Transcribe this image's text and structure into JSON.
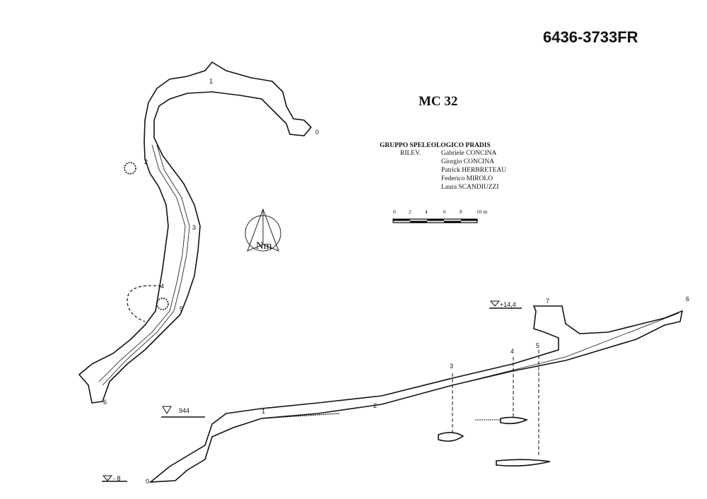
{
  "survey_code": "6436-3733FR",
  "cave_name": "MC 32",
  "credits": {
    "group": "GRUPPO SPELEOLOGICO PRADIS",
    "role": "RILEV.",
    "surveyors": [
      "Gabriele CONCINA",
      "Giorgio CONCINA",
      "Patrick HERBRETEAU",
      "Federico MIROLO",
      "Laura SCANDIUZZI"
    ]
  },
  "scale_bar": {
    "ticks": [
      "0",
      "2",
      "4",
      "6",
      "8",
      "10 m"
    ]
  },
  "north_arrow": {
    "label": "Nm"
  },
  "plan_view": {
    "stations": [
      "0",
      "1",
      "2",
      "3",
      "4",
      "5",
      "6"
    ]
  },
  "section_view": {
    "stations": [
      "0",
      "1",
      "2",
      "3",
      "4",
      "5",
      "6",
      "7"
    ],
    "elevation_entrance": "944",
    "depth_bottom": "- 8",
    "height_top": "+14,4"
  }
}
